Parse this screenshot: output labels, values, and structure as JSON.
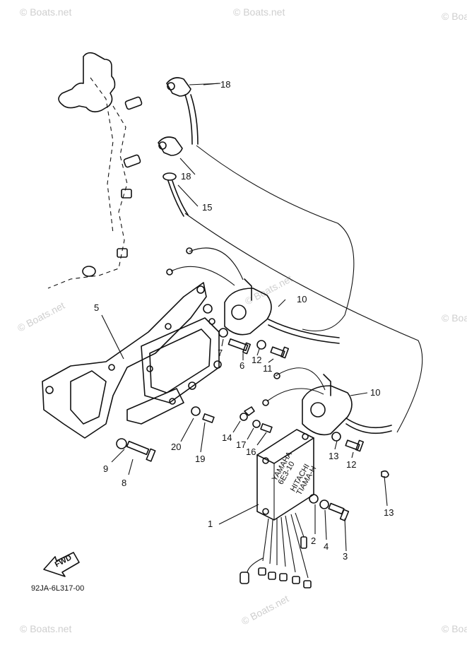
{
  "diagram_code": "92JA-6L317-00",
  "fwd_label": "FWD",
  "watermark": "© Boats.net",
  "module_text": {
    "line1": "YAMAHA",
    "line2": "6E3-10",
    "line3": "HITACHI",
    "line4": "TIAMA-H"
  },
  "callouts": [
    "1",
    "2",
    "3",
    "4",
    "5",
    "6",
    "7",
    "8",
    "9",
    "10",
    "10",
    "11",
    "11",
    "12",
    "12",
    "13",
    "14",
    "15",
    "16",
    "17",
    "18",
    "18",
    "19",
    "20"
  ]
}
